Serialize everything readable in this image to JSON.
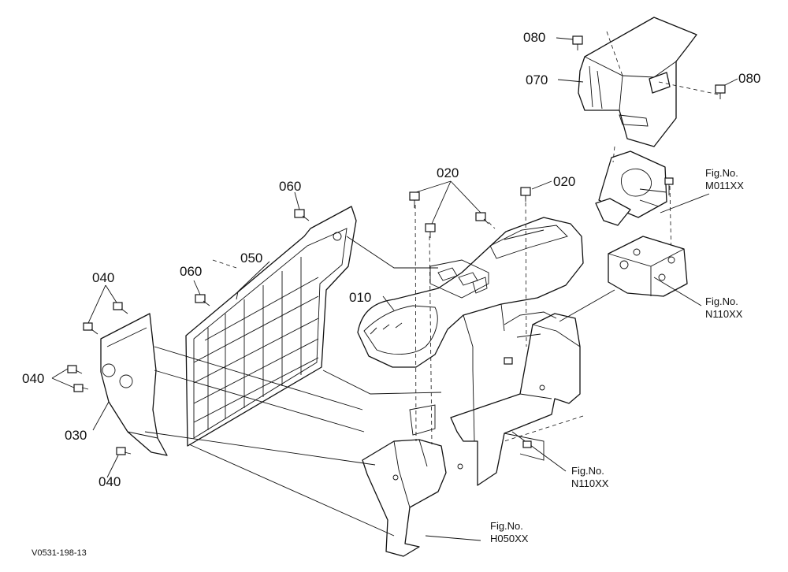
{
  "diagram": {
    "part_labels": [
      {
        "key": "p010",
        "text": "010"
      },
      {
        "key": "p020a",
        "text": "020"
      },
      {
        "key": "p020b",
        "text": "020"
      },
      {
        "key": "p030",
        "text": "030"
      },
      {
        "key": "p040a",
        "text": "040"
      },
      {
        "key": "p040b",
        "text": "040"
      },
      {
        "key": "p040c",
        "text": "040"
      },
      {
        "key": "p050",
        "text": "050"
      },
      {
        "key": "p060a",
        "text": "060"
      },
      {
        "key": "p060b",
        "text": "060"
      },
      {
        "key": "p070",
        "text": "070"
      },
      {
        "key": "p080a",
        "text": "080"
      },
      {
        "key": "p080b",
        "text": "080"
      }
    ],
    "figure_refs": [
      {
        "key": "m011",
        "line1": "Fig.No.",
        "line2": "M011XX"
      },
      {
        "key": "n110a",
        "line1": "Fig.No.",
        "line2": "N110XX"
      },
      {
        "key": "n110b",
        "line1": "Fig.No.",
        "line2": "N110XX"
      },
      {
        "key": "h050",
        "line1": "Fig.No.",
        "line2": "H050XX"
      }
    ],
    "drawing_code": "V0531-198-13"
  }
}
